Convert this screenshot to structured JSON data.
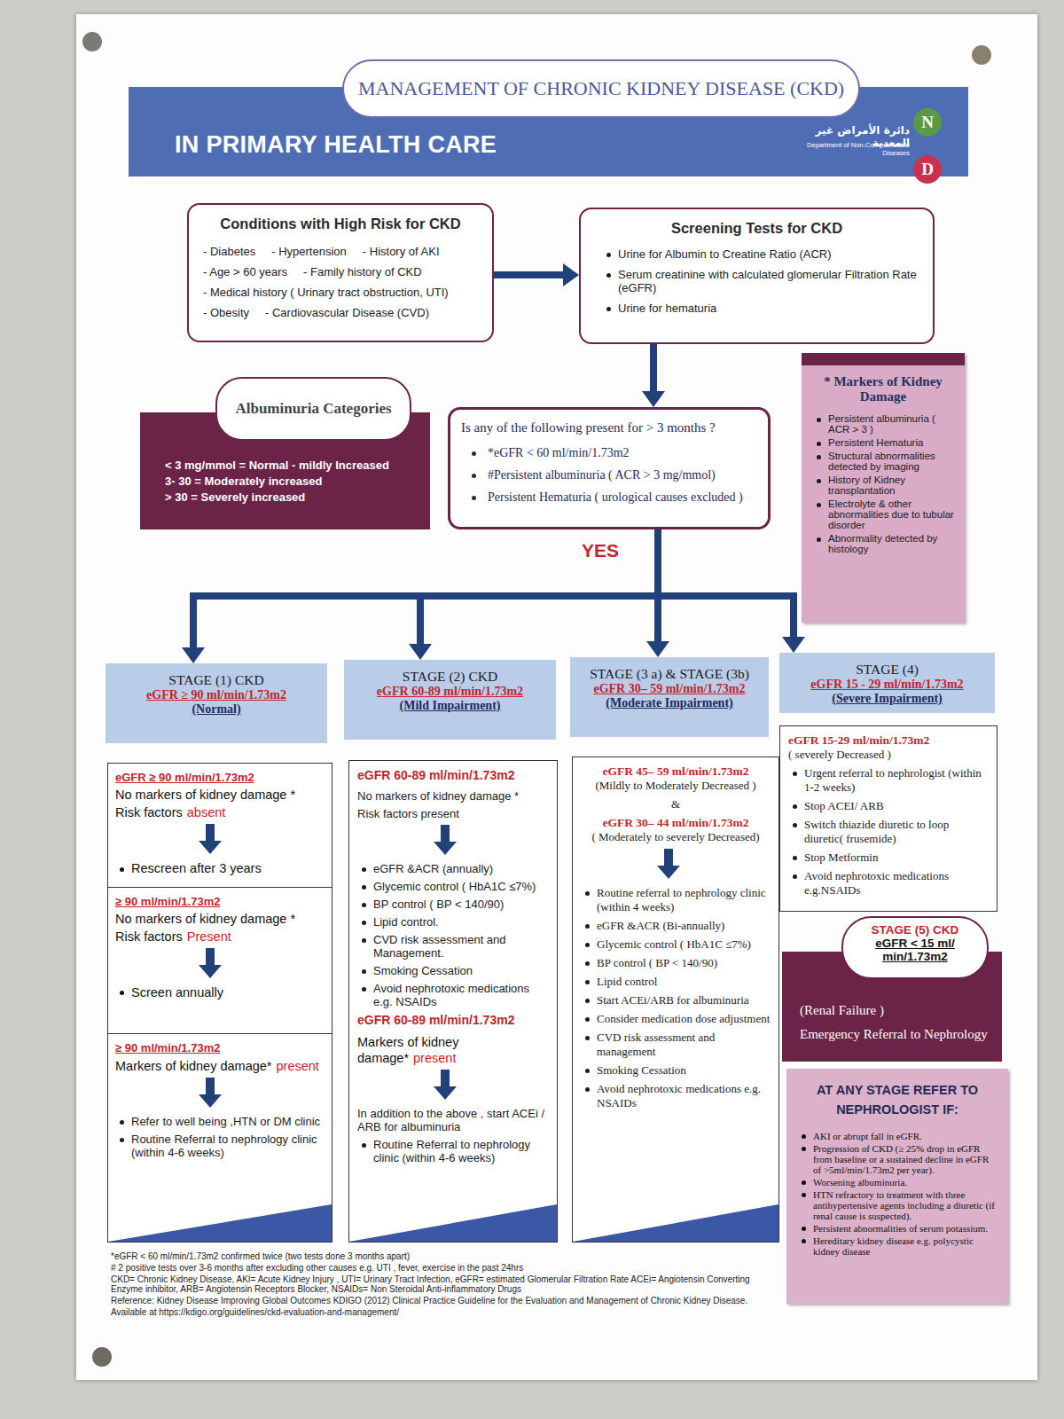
{
  "diagram": {
    "title": "MANAGEMENT OF CHRONIC KIDNEY DISEASE (CKD)",
    "nodes": [
      {
        "text": [
          "IN PRIMARY HEALTH CARE"
        ]
      },
      {
        "text": [
          "Conditions with High Risk for CKD",
          "- Diabetes",
          "- Hypertension",
          "- History of AKI",
          "- Age > 60 years",
          "- Family history of CKD",
          "- Medical history ( Urinary tract obstruction, UTI)",
          "- Obesity",
          "- Cardiovascular Disease (CVD)"
        ]
      },
      {
        "text": [
          "Screening Tests for CKD",
          "Urine for Albumin to Creatine Ratio (ACR)",
          "Serum creatinine with calculated glomerular Filtration Rate (eGFR)",
          "Urine for hematuria"
        ]
      },
      {
        "text": [
          "Albuminuria Categories",
          "< 3 mg/mmol = Normal - mildly Increased",
          "3- 30 = Moderately increased",
          "> 30 = Severely increased"
        ]
      },
      {
        "text": [
          "Is any of the following present for > 3 months ?",
          "*eGFR < 60 ml/min/1.73m2",
          "#Persistent albuminuria ( ACR > 3 mg/mmol)",
          "Persistent Hematuria ( urological causes excluded )"
        ]
      },
      {
        "text": [
          "* Markers of Kidney Damage",
          "Persistent albuminuria ( ACR > 3 )",
          "Persistent Hematuria",
          "Structural abnormalities detected by imaging",
          "History of Kidney transplantation",
          "Electrolyte & other abnormalities due to tubular disorder",
          "Abnormality detected by histology"
        ]
      },
      {
        "text": [
          "STAGE (1) CKD",
          "eGFR ≥ 90 ml/min/1.73m2",
          "(Normal)"
        ]
      },
      {
        "text": [
          "STAGE (2) CKD",
          "eGFR 60-89 ml/min/1.73m2",
          "(Mild Impairment)"
        ]
      },
      {
        "text": [
          "STAGE (3 a) & STAGE (3b)",
          "eGFR 30– 59 ml/min/1.73m2",
          "(Moderate Impairment)"
        ]
      },
      {
        "text": [
          "STAGE (4)",
          "eGFR 15 - 29 ml/min/1.73m2",
          "(Severe Impairment)"
        ]
      },
      {
        "text": [
          "eGFR ≥ 90 ml/min/1.73m2",
          "No markers of kidney damage *",
          "Risk factors",
          "absent",
          "Rescreen after 3 years"
        ]
      },
      {
        "text": [
          "≥ 90 ml/min/1.73m2",
          "No markers of kidney damage *",
          "Risk factors",
          "Present",
          "Screen annually"
        ]
      },
      {
        "text": [
          "≥ 90 ml/min/1.73m2",
          "Markers of kidney damage*",
          "present",
          "Refer to well being ,HTN or DM clinic",
          "Routine Referral to nephrology clinic (within 4-6 weeks)"
        ]
      },
      {
        "text": [
          "eGFR 60-89 ml/min/1.73m2",
          "No markers of kidney damage *",
          "Risk factors present",
          "eGFR &ACR (annually)",
          "Glycemic control ( HbA1C ≤7%)",
          "BP control ( BP < 140/90)",
          "Lipid control.",
          "CVD risk assessment and Management.",
          "Smoking Cessation",
          "Avoid nephrotoxic medications e.g. NSAIDs",
          "eGFR 60-89 ml/min/1.73m2",
          "Markers of kidney damage*",
          "present",
          "In addition to the above , start ACEi / ARB for albuminuria",
          "Routine Referral to nephrology clinic (within 4-6 weeks)"
        ]
      },
      {
        "text": [
          "eGFR 45– 59 ml/min/1.73m2",
          "(Mildly to Moderately Decreased )",
          "&",
          "eGFR 30– 44 ml/min/1.73m2",
          "( Moderately to severely Decreased)",
          "Routine referral to nephrology clinic (within 4 weeks)",
          "eGFR &ACR (Bi-annually)",
          "Glycemic control ( HbA1C ≤7%)",
          "BP control ( BP < 140/90)",
          "Lipid control",
          "Start ACEi/ARB for albuminuria",
          "Consider medication dose adjustment",
          "CVD risk assessment and management",
          "Smoking Cessation",
          "Avoid nephrotoxic medications e.g. NSAIDs"
        ]
      },
      {
        "text": [
          "eGFR 15-29 ml/min/1.73m2",
          "( severely Decreased )",
          "Urgent referral to nephrologist (within 1-2 weeks)",
          "Stop ACEI/ ARB",
          "Switch thiazide diuretic to loop diuretic( frusemide)",
          "Stop Metformin",
          "Avoid nephrotoxic medications e.g.NSAIDs"
        ]
      },
      {
        "text": [
          "(Renal Failure )",
          "Emergency Referral to Nephrology"
        ]
      },
      {
        "text": [
          "STAGE (5) CKD",
          "eGFR < 15 ml/ min/1.73m2"
        ],
        "in": 16
      },
      {
        "text": [
          "AT ANY STAGE REFER TO NEPHROLOGIST IF:",
          "AKI or abrupt fall in eGFR.",
          "Progression of CKD (≥ 25% drop in eGFR from baseline or a sustained decline in eGFR of >5ml/min/1.73m2 per year).",
          "Worsening albuminuria.",
          "HTN refractory to treatment with three antihypertensive agents including a diuretic (if renal cause is suspected).",
          "Persistent abnormalities of serum potassium.",
          "Hereditary kidney disease e.g. polycystic kidney disease"
        ]
      }
    ],
    "edges": [
      {
        "from": 1,
        "to": 2,
        "arrow": "to"
      },
      {
        "from": 2,
        "to": 4,
        "arrow": "to"
      },
      {
        "from": 4,
        "to": 6,
        "arrow": "to"
      },
      {
        "from": 4,
        "to": 7,
        "arrow": "to"
      },
      {
        "from": 4,
        "to": 8,
        "arrow": "to",
        "label": "YES"
      },
      {
        "from": 4,
        "to": 9,
        "arrow": "to"
      }
    ],
    "labels": [
      "N",
      "D",
      "دائرة الأمراض غير المعدية",
      "Department of Non-Communicable Diseases",
      "*eGFR < 60 ml/min/1.73m2 confirmed twice (two tests done 3 months apart)",
      "# 2 positive tests over 3-6 months after excluding other causes e.g. UTI , fever, exercise in the past 24hrs",
      "CKD= Chronic Kidney Disease, AKI= Acute Kidney Injury , UTI= Urinary Tract Infection, eGFR= estimated Glomerular Filtration Rate ACEi= Angiotensin Converting Enzyme inhibitor, ARB= Angiotensin Receptors Blocker, NSAIDs= Non Steroidal Anti-inflammatory Drugs",
      "Reference: Kidney Disease Improving Global Outcomes KDIGO (2012) Clinical Practice Guideline for the Evaluation and Management of Chronic Kidney Disease.",
      "Available at https://kdigo.org/guidelines/ckd-evaluation-and-management/"
    ]
  }
}
